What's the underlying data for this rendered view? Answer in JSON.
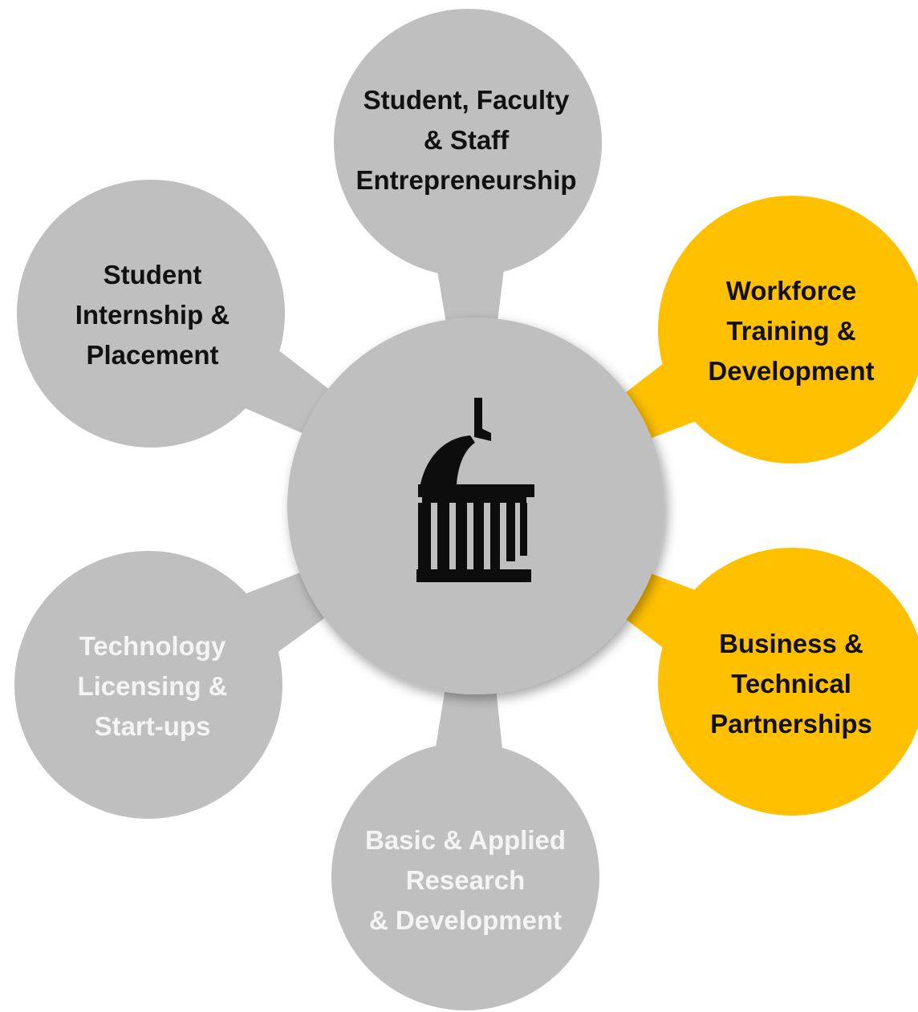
{
  "colors": {
    "gray": "#bfbfbf",
    "gold": "#ffc000",
    "icon": "#0d0d0d",
    "dark_text": "#111111",
    "light_text": "#f4f4f4"
  },
  "hub": {
    "icon": "capitol-dome-icon"
  },
  "nodes": [
    {
      "id": "entrepreneurship",
      "fill": "gray",
      "text_color": "dark",
      "lines": [
        "Student, Faculty",
        "& Staff",
        "Entrepreneurship"
      ]
    },
    {
      "id": "workforce",
      "fill": "gold",
      "text_color": "dark",
      "lines": [
        "Workforce",
        "Training &",
        "Development"
      ]
    },
    {
      "id": "partnerships",
      "fill": "gold",
      "text_color": "dark",
      "lines": [
        "Business &",
        "Technical",
        "Partnerships"
      ]
    },
    {
      "id": "research",
      "fill": "gray",
      "text_color": "light",
      "lines": [
        "Basic & Applied",
        "Research",
        "& Development"
      ]
    },
    {
      "id": "licensing",
      "fill": "gray",
      "text_color": "light",
      "lines": [
        "Technology",
        "Licensing &",
        "Start-ups"
      ]
    },
    {
      "id": "internship",
      "fill": "gray",
      "text_color": "dark",
      "lines": [
        "Student",
        "Internship &",
        "Placement"
      ]
    }
  ]
}
